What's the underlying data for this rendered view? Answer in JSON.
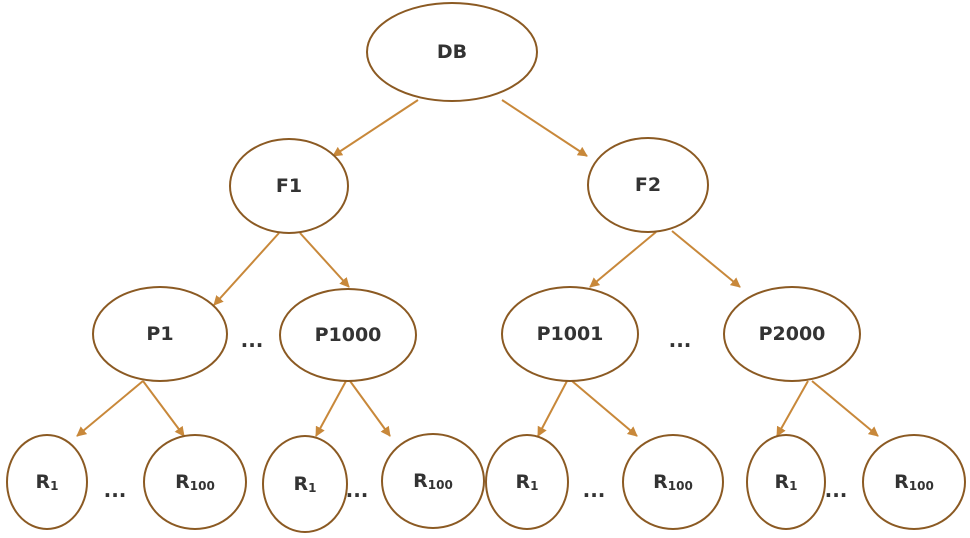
{
  "nodes": {
    "db": {
      "label": "DB"
    },
    "f1": {
      "label": "F1"
    },
    "f2": {
      "label": "F2"
    },
    "p1": {
      "label": "P1"
    },
    "p1000": {
      "label": "P1000"
    },
    "p1001": {
      "label": "P1001"
    },
    "p2000": {
      "label": "P2000"
    },
    "r_a1": {
      "main": "R",
      "sub": "1"
    },
    "r_a100": {
      "main": "R",
      "sub": "100"
    },
    "r_b1": {
      "main": "R",
      "sub": "1"
    },
    "r_b100": {
      "main": "R",
      "sub": "100"
    },
    "r_c1": {
      "main": "R",
      "sub": "1"
    },
    "r_c100": {
      "main": "R",
      "sub": "100"
    },
    "r_d1": {
      "main": "R",
      "sub": "1"
    },
    "r_d100": {
      "main": "R",
      "sub": "100"
    }
  },
  "ellipsis": "...",
  "colors": {
    "node_stroke": "#8b5a23",
    "edge": "#c8883a",
    "text": "#333333"
  }
}
